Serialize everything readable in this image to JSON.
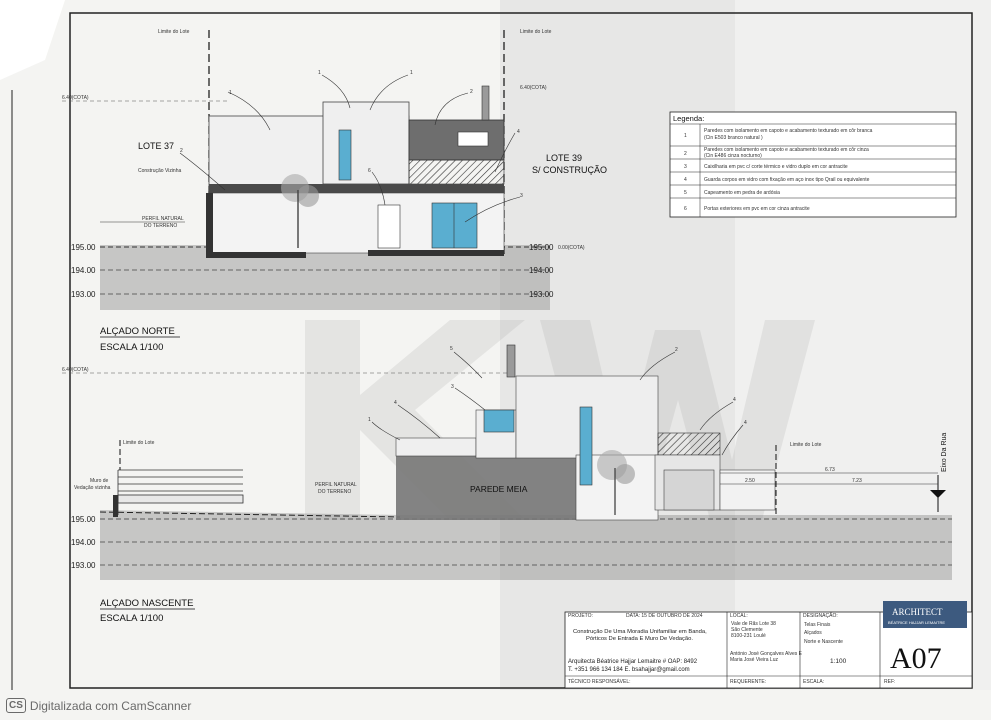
{
  "top": {
    "limite_left": "Limite do Lote",
    "limite_right": "Limite do Lote",
    "cota_left": "6.40(COTA)",
    "cota_right": "6.40(COTA)",
    "lote37": "LOTE 37",
    "construcao_vizinha": "Construção Vizinha",
    "lote39_a": "LOTE 39",
    "lote39_b": "S/ CONSTRUÇÃO",
    "perfil_a": "PERFIL NATURAL",
    "perfil_b": "DO TERRENO",
    "level_195_l": "195.00",
    "level_194_l": "194.00",
    "level_193_l": "193.00",
    "level_195_r": "195.00",
    "level_194_r": "194.00",
    "level_193_r": "193.00",
    "cota_small": "0.00(COTA)",
    "title": "ALÇADO NORTE",
    "scale": "ESCALA 1/100",
    "callouts": [
      "1",
      "1",
      "1",
      "2",
      "2",
      "3",
      "4",
      "6"
    ]
  },
  "legend": {
    "title": "Legenda:",
    "rows": [
      {
        "n": "1",
        "text_a": "Paredes com isolamento em capoto e acabamento texturado em côr branca",
        "text_b": "(Cin E503 branco natural )"
      },
      {
        "n": "2",
        "text_a": "Paredes com isolamento em capoto e acabamento texturado em côr cinza",
        "text_b": "(Cin E486 cinza nocturno)"
      },
      {
        "n": "3",
        "text_a": "Caixilharia em pvc c/ corte térmico e vidro duplo em cor antracite",
        "text_b": ""
      },
      {
        "n": "4",
        "text_a": "Guarda corpos em vidro com fixação em aço inox tipo Qrail ou equivalente",
        "text_b": ""
      },
      {
        "n": "5",
        "text_a": "Capeamento em pedra de ardósia",
        "text_b": ""
      },
      {
        "n": "6",
        "text_a": "Portas exteriores em pvc em cor cinza antracite",
        "text_b": ""
      }
    ]
  },
  "bottom": {
    "cota_left": "6.40(COTA)",
    "limite_left": "Limite do Lote",
    "limite_right": "Limite do Lote",
    "muro_a": "Muro de",
    "muro_b": "Vedação vizinha",
    "perfil_a": "PERFIL NATURAL",
    "perfil_b": "DO TERRENO",
    "parede_meia": "PAREDE MEIA",
    "eixo": "Eixo Da Rua",
    "dim_673": "6.73",
    "dim_250": "2.50",
    "dim_723": "7.23",
    "level_195": "195.00",
    "level_194": "194.00",
    "level_193": "193.00",
    "title": "ALÇADO NASCENTE",
    "scale": "ESCALA 1/100",
    "callouts": [
      "1",
      "2",
      "3",
      "4",
      "4",
      "4",
      "5"
    ]
  },
  "titleblock": {
    "projeto_label": "PROJETO:",
    "data_label": "DATA: 15 DE OUTUBRO DE 2024",
    "desc_a": "Construção De Uma Moradia Unifamiliar em Banda,",
    "desc_b": "Pórticos De Entrada E Muro De Vedação.",
    "arch_a": "Arquitecta Béatrice Hajjar Lemaitre # OAP: 8492",
    "arch_b": "T. +351 966 134 184   E. bsahajjar@gmail.com",
    "tecnico": "TÉCNICO RESPONSÁVEL:",
    "local_label": "LOCAL:",
    "local_a": "Vale de Rãs  Lote 38",
    "local_b": "São Clemente",
    "local_c": "8100-231 Loulé",
    "owner_a": "António José Gonçalves Alves E",
    "owner_b": "Maria José Vieira Luz",
    "requerente": "REQUERENTE:",
    "designacao_label": "DESIGNAÇÃO:",
    "design_a": "Telas Finais",
    "design_b": "Alçados",
    "design_c": "Norte e Nascente",
    "scale_val": "1:100",
    "escala_label": "ESCALA:",
    "ref_label": "REF:",
    "logo_a": "ARCHITECT",
    "logo_b": "BÉATRICE HAJJAR LEMAITRE",
    "sheet": "A07"
  },
  "footer": {
    "logo": "CS",
    "text": "Digitalizada com CamScanner"
  }
}
